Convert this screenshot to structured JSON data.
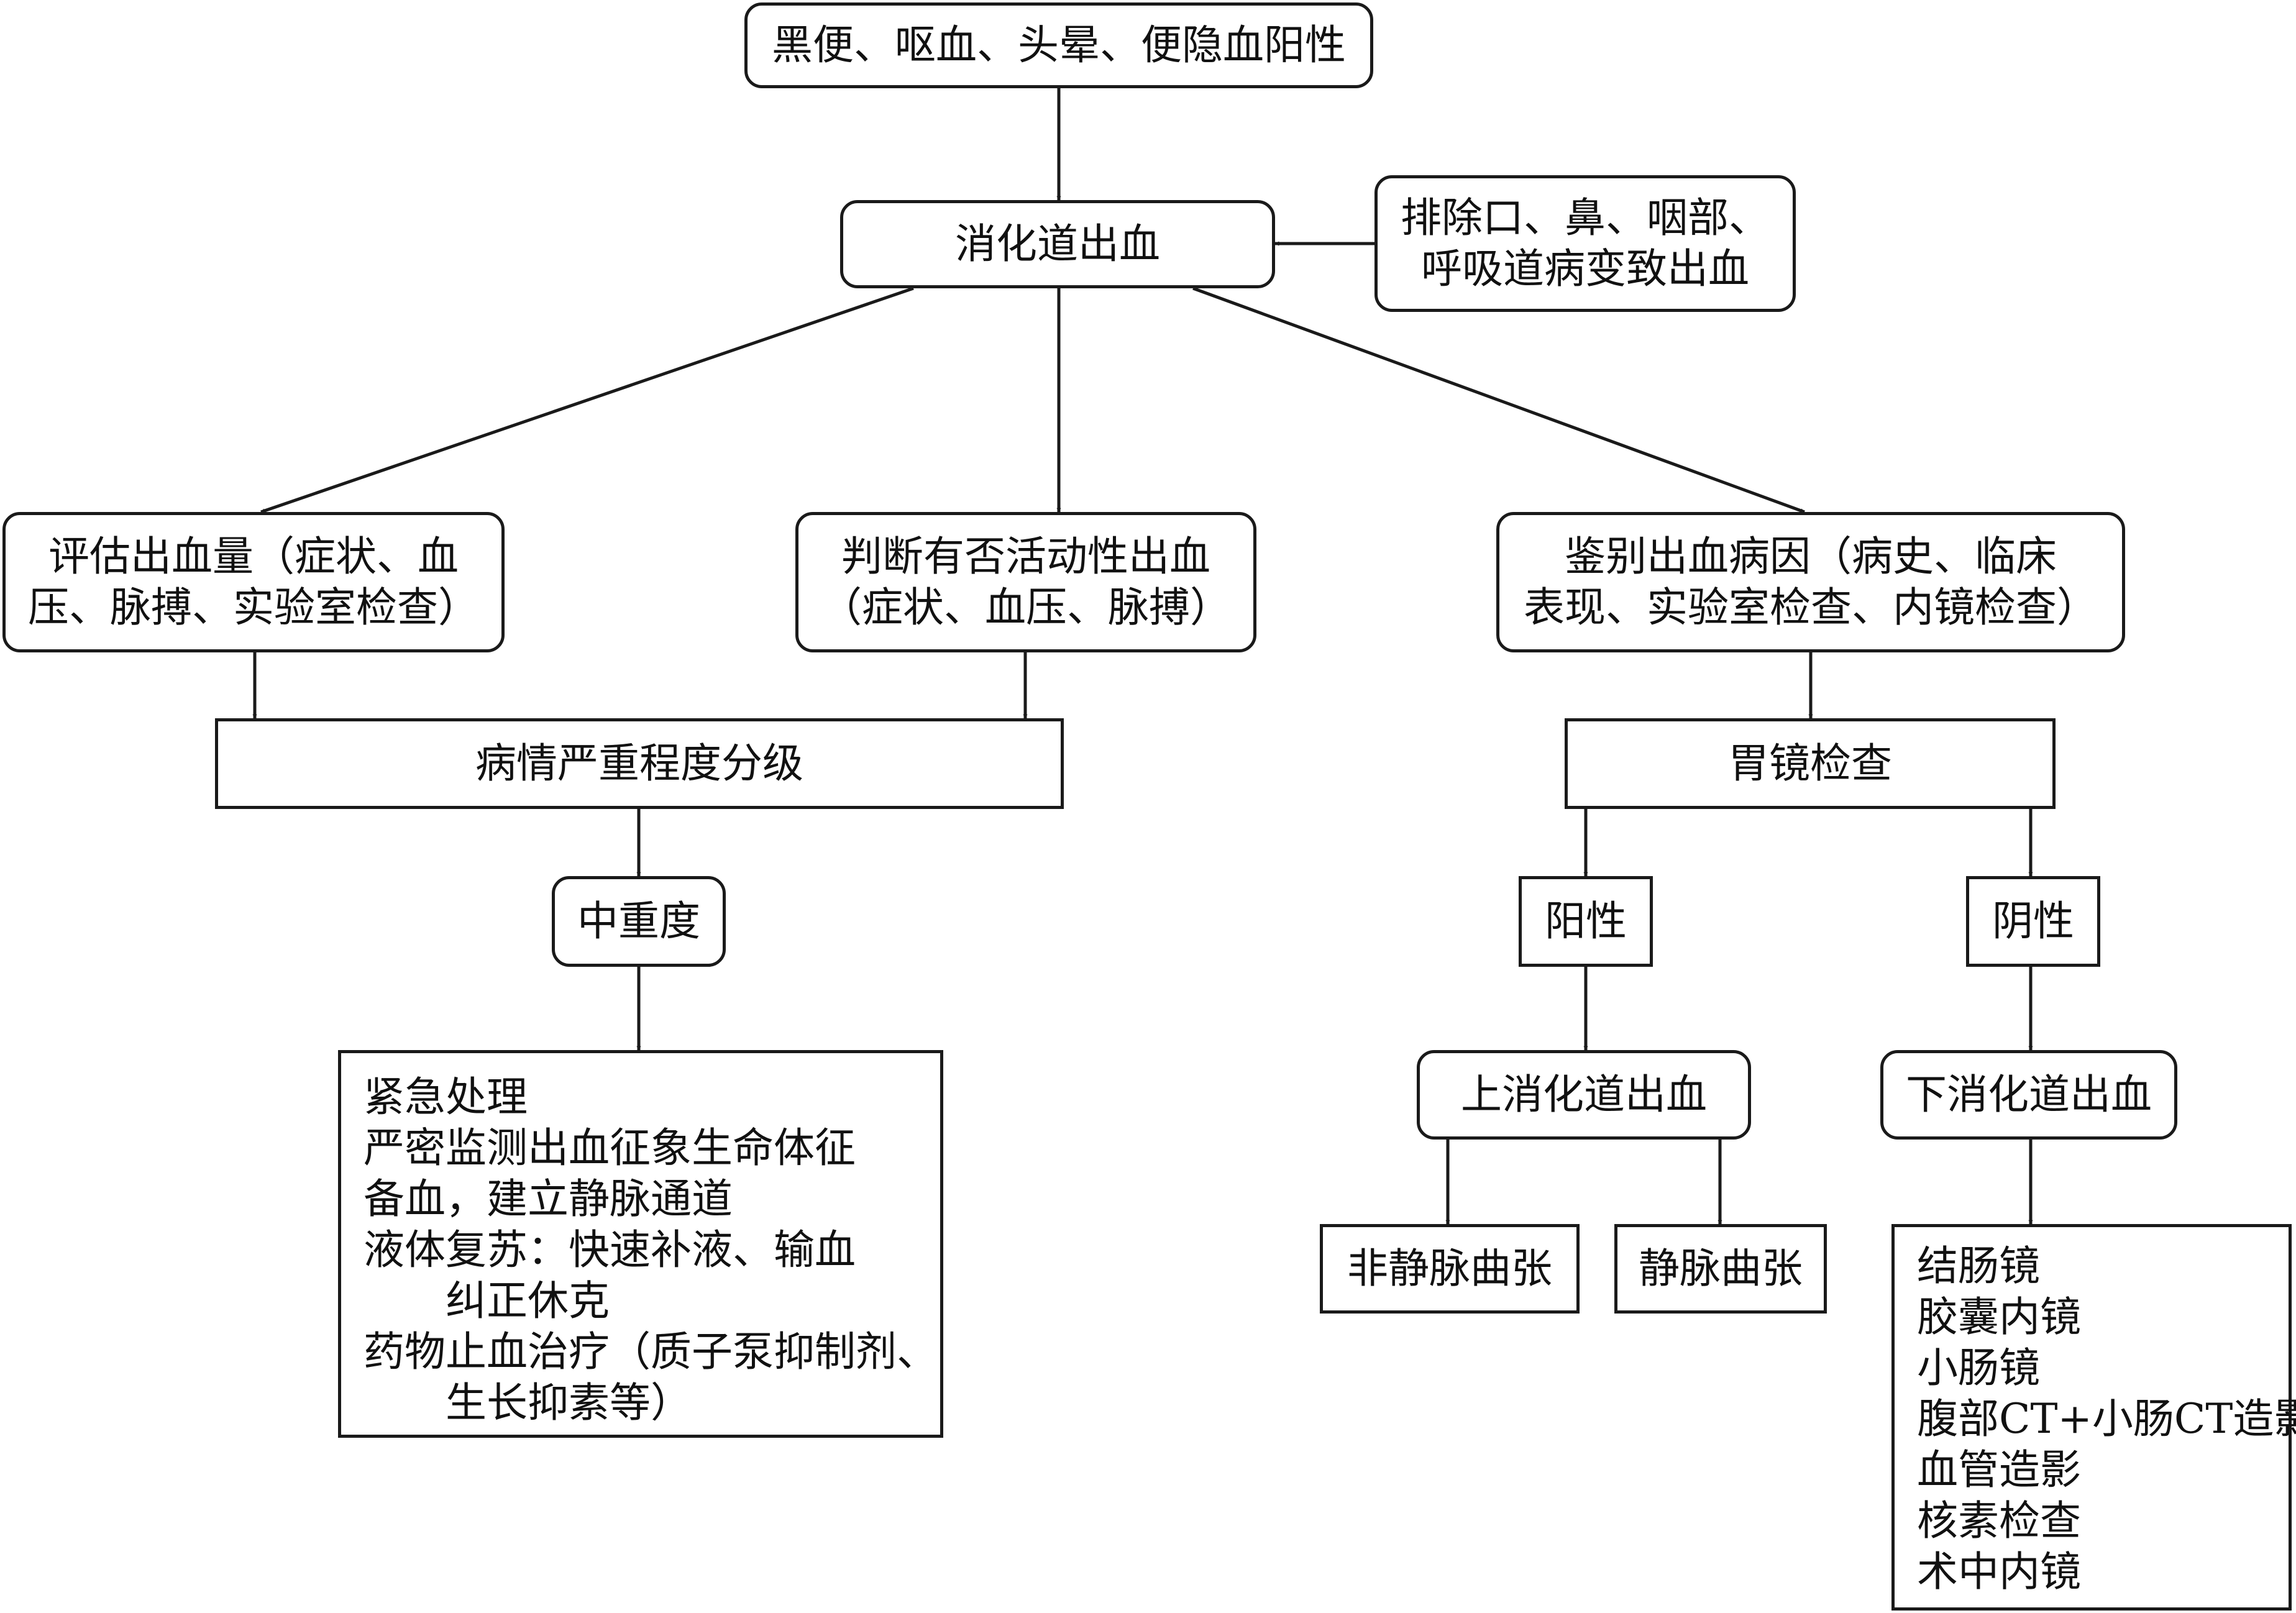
{
  "nodes": {
    "symptoms": "黑便、呕血、头晕、便隐血阳性",
    "gi_bleeding": "消化道出血",
    "exclude": [
      "排除口、鼻、咽部、",
      "呼吸道病变致出血"
    ],
    "assess_volume": [
      "评估出血量（症状、血",
      "压、脉搏、实验室检查）"
    ],
    "active_bleeding": [
      "判断有否活动性出血",
      "（症状、血压、脉搏）"
    ],
    "identify_cause": [
      "鉴别出血病因（病史、临床",
      "表现、实验室检查、内镜检查）"
    ],
    "severity_grading": "病情严重程度分级",
    "gastroscopy": "胃镜检查",
    "moderate_severe": "中重度",
    "positive": "阳性",
    "negative": "阴性",
    "upper_gi": "上消化道出血",
    "lower_gi": "下消化道出血",
    "non_varices": "非静脉曲张",
    "varices": "静脉曲张",
    "emergency": [
      "紧急处理",
      "严密监测出血征象生命体征",
      "备血，建立静脉通道",
      "液体复苏：快速补液、输血",
      "纠正休克",
      "药物止血治疗（质子泵抑制剂、",
      "生长抑素等）"
    ],
    "lower_exams": [
      "结肠镜",
      "胶囊内镜",
      "小肠镜",
      "腹部CT+小肠CT造影",
      "血管造影",
      "核素检查",
      "术中内镜"
    ]
  }
}
